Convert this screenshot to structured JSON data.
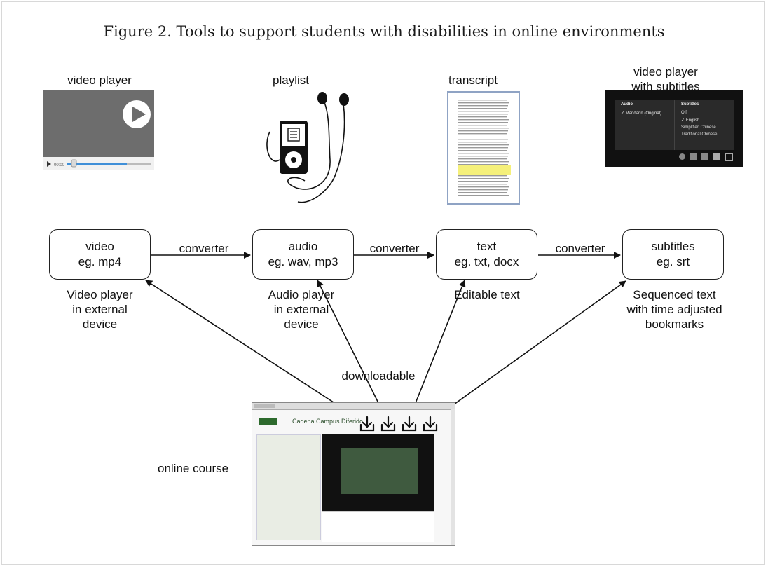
{
  "title": "Figure 2. Tools to support students with disabilities in online environments",
  "tools": [
    {
      "label": "video player"
    },
    {
      "label": "playlist"
    },
    {
      "label": "transcript"
    },
    {
      "label": "video player\nwith subtitles"
    }
  ],
  "subtitle_menu": {
    "audio_header": "Audio",
    "audio_option": "Mandarin (Original)",
    "subtitles_header": "Subtitles",
    "options": [
      "Off",
      "English",
      "Simplified Chinese",
      "Traditional Chinese"
    ]
  },
  "video_time": "00:00",
  "nodes": [
    {
      "name": "video",
      "format": "eg. mp4",
      "desc": "Video player\nin external\ndevice"
    },
    {
      "name": "audio",
      "format": "eg. wav, mp3",
      "desc": "Audio player\nin external\ndevice"
    },
    {
      "name": "text",
      "format": "eg. txt, docx",
      "desc": "Editable text"
    },
    {
      "name": "subtitles",
      "format": "eg. srt",
      "desc": "Sequenced text\nwith time adjusted\nbookmarks"
    }
  ],
  "converter_label": "converter",
  "downloadable_label": "downloadable",
  "online_course_label": "online course",
  "course_page_title": "Cadena Campus Diferido"
}
